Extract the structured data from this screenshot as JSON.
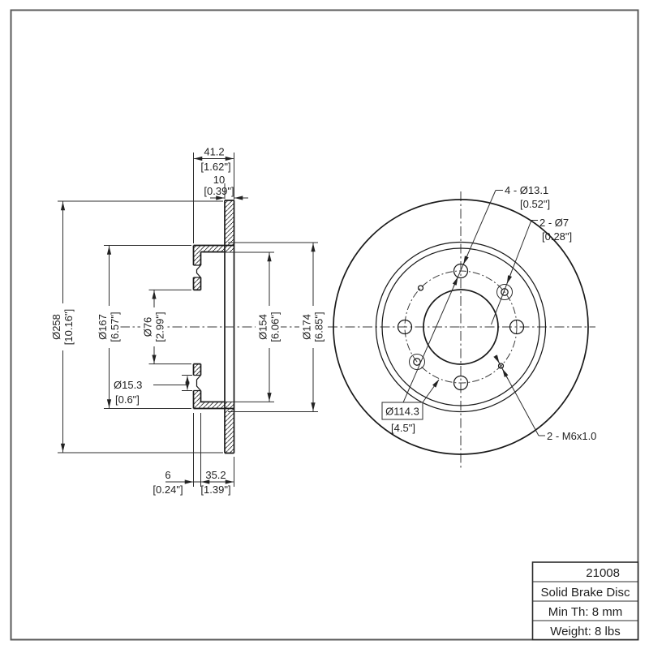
{
  "section": {
    "width_total": "41.2",
    "width_total_in": "[1.62\"]",
    "disc_th": "10",
    "disc_th_in": "[0.39\"]",
    "outer_dia": "Ø258",
    "outer_dia_in": "[10.16\"]",
    "hat_dia": "Ø167",
    "hat_dia_in": "[6.57\"]",
    "center_bore": "Ø76",
    "center_bore_in": "[2.99\"]",
    "small_hole": "Ø15.3",
    "small_hole_in": "[0.6\"]",
    "hat_inner_dia": "Ø154",
    "hat_inner_dia_in": "[6.06\"]",
    "band_inner_dia": "Ø174",
    "band_inner_dia_in": "[6.85\"]",
    "wall_th": "6",
    "wall_th_in": "[0.24\"]",
    "hat_depth": "35.2",
    "hat_depth_in": "[1.39\"]"
  },
  "front": {
    "lug_holes": "4 - Ø13.1",
    "lug_holes_in": "[0.52\"]",
    "pin_holes": "2 - Ø7",
    "pin_holes_in": "[0.28\"]",
    "bolt_circle": "Ø114.3",
    "bolt_circle_in": "[4.5\"]",
    "thread_holes": "2 - M6x1.0"
  },
  "title_block": {
    "part_number": "21008",
    "product_type": "Solid Brake Disc",
    "min_thickness": "Min Th: 8 mm",
    "weight": "Weight: 8 lbs"
  }
}
